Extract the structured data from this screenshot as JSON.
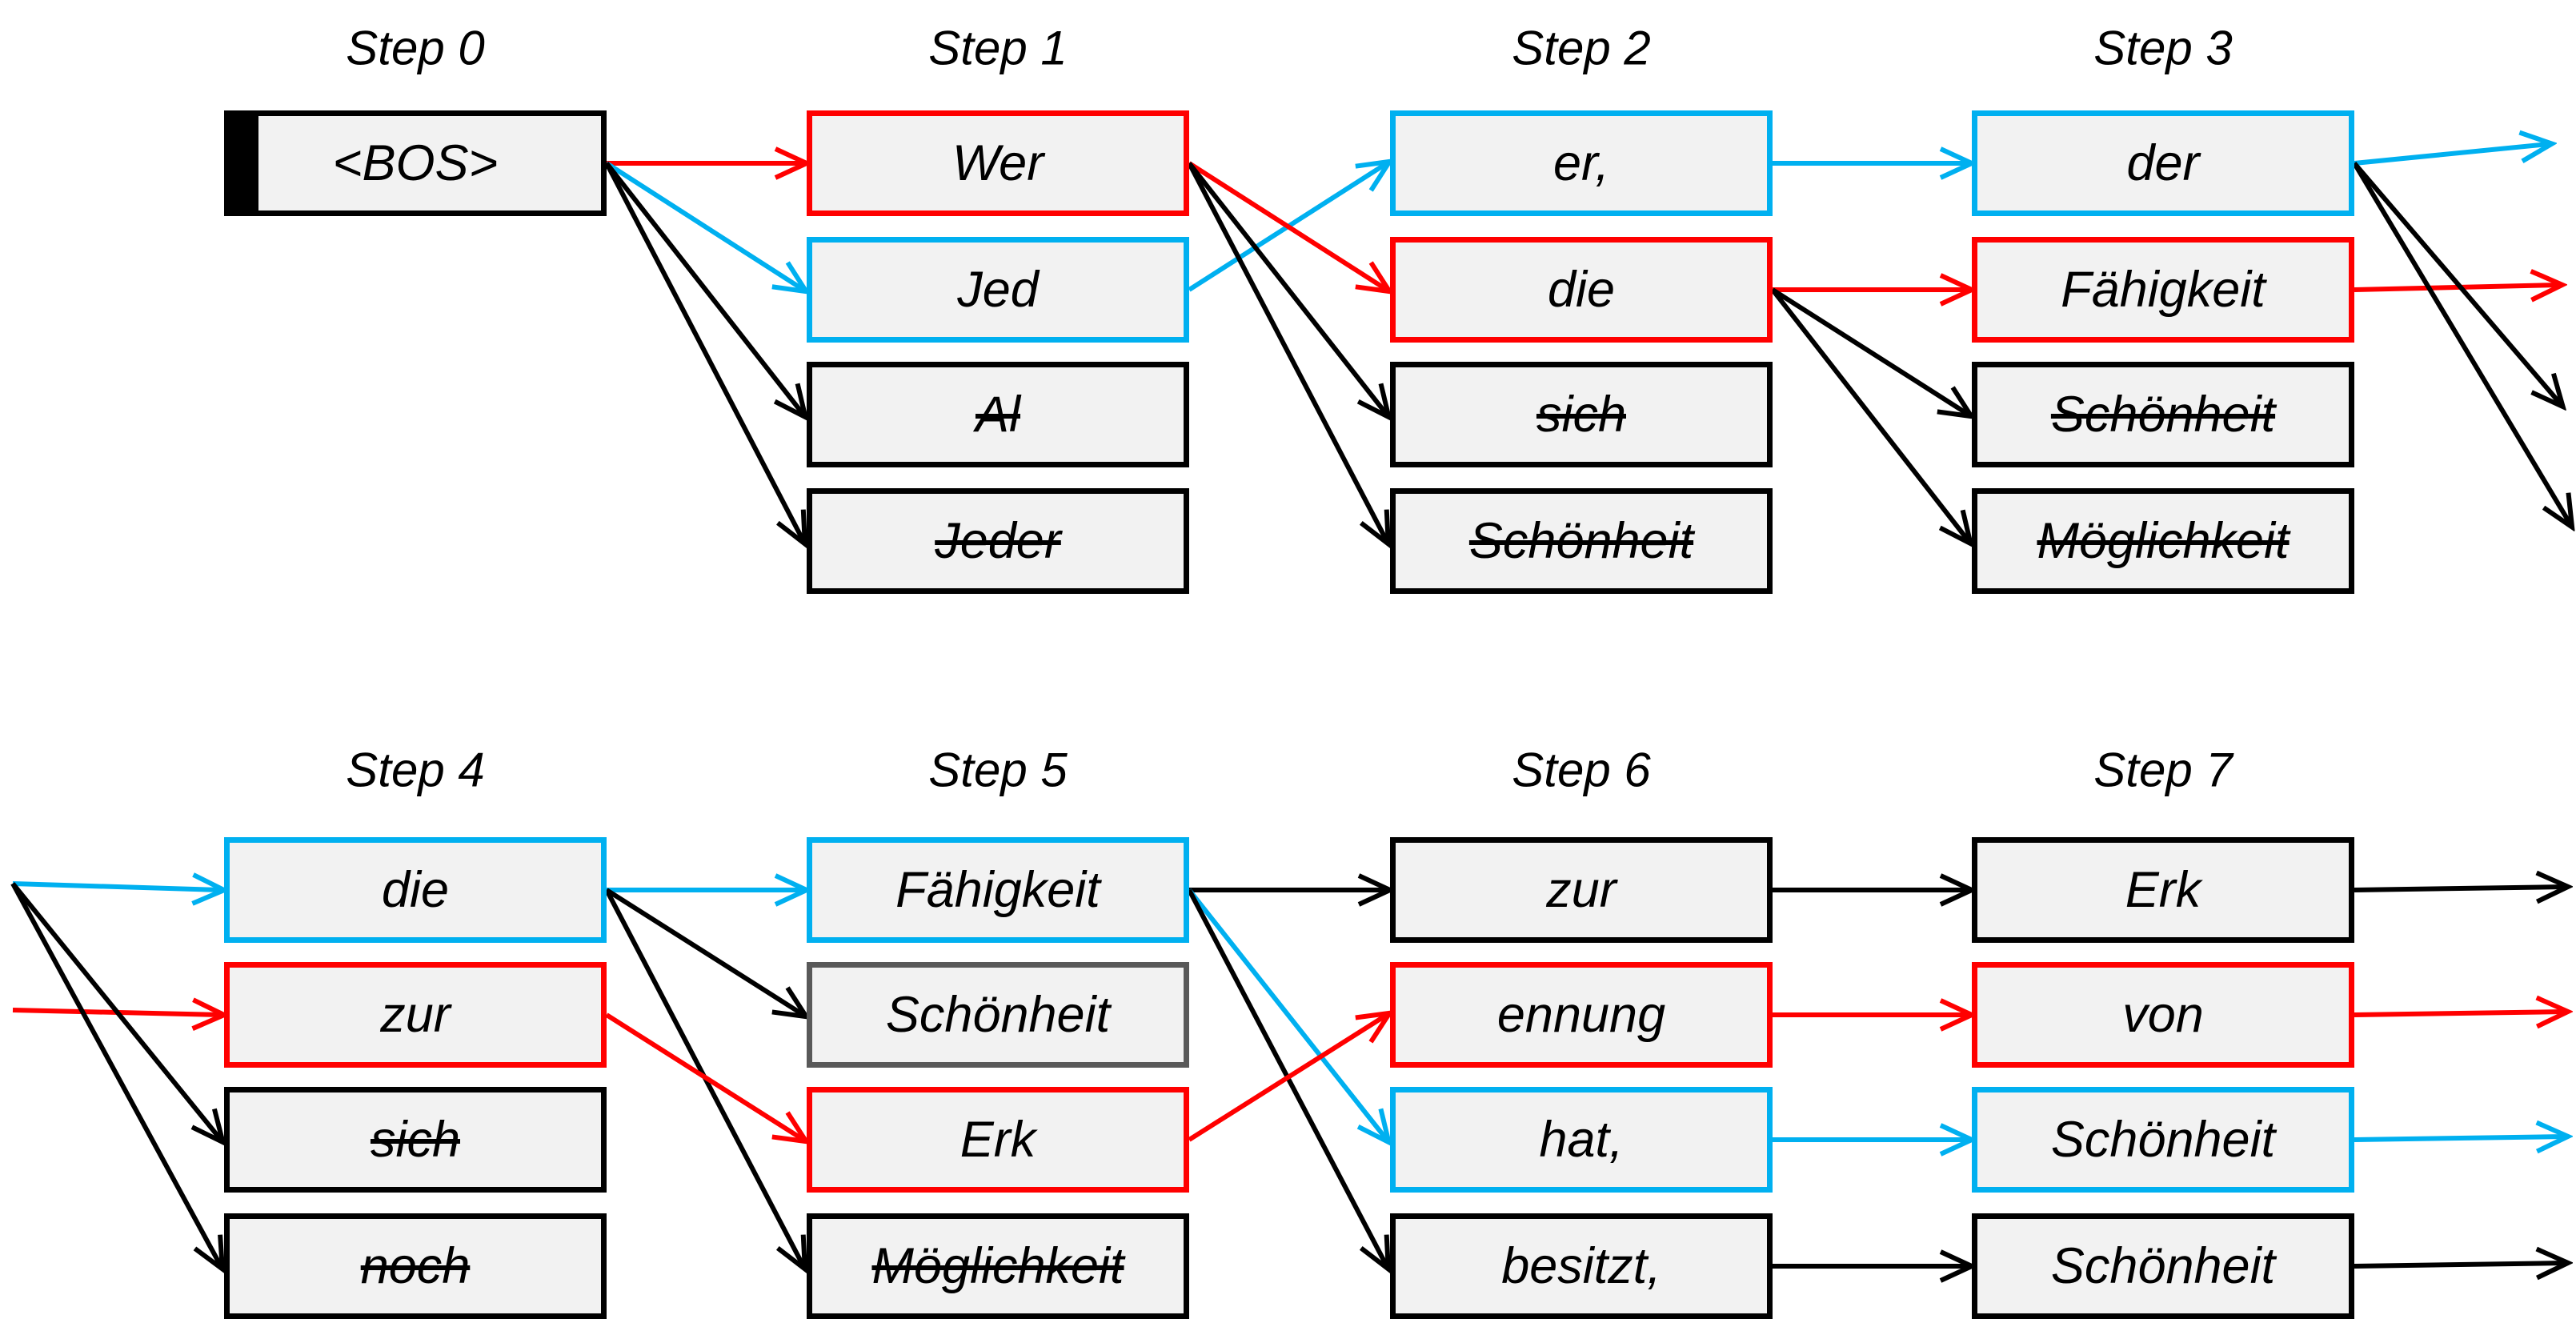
{
  "figure": {
    "background": "#FFFFFF"
  },
  "colors": {
    "red": "#FF0000",
    "blue": "#00B0F0",
    "black": "#000000",
    "gray": "#595959",
    "box_fill": "#F2F2F2",
    "text": "#000000"
  },
  "steps": [
    {
      "label": "Step 0",
      "boxes": [
        {
          "text": "<BOS>",
          "border": "black",
          "struck": false,
          "bos_bar": true
        }
      ]
    },
    {
      "label": "Step 1",
      "boxes": [
        {
          "text": "Wer",
          "border": "red",
          "struck": false
        },
        {
          "text": "Jed",
          "border": "blue",
          "struck": false
        },
        {
          "text": "Al",
          "border": "black",
          "struck": true
        },
        {
          "text": "Jeder",
          "border": "black",
          "struck": true
        }
      ]
    },
    {
      "label": "Step 2",
      "boxes": [
        {
          "text": "er,",
          "border": "blue",
          "struck": false
        },
        {
          "text": "die",
          "border": "red",
          "struck": false
        },
        {
          "text": "sich",
          "border": "black",
          "struck": true
        },
        {
          "text": "Schönheit",
          "border": "black",
          "struck": true
        }
      ]
    },
    {
      "label": "Step 3",
      "boxes": [
        {
          "text": "der",
          "border": "blue",
          "struck": false
        },
        {
          "text": "Fähigkeit",
          "border": "red",
          "struck": false
        },
        {
          "text": "Schönheit",
          "border": "black",
          "struck": true
        },
        {
          "text": "Möglichkeit",
          "border": "black",
          "struck": true
        }
      ]
    },
    {
      "label": "Step 4",
      "boxes": [
        {
          "text": "die",
          "border": "blue",
          "struck": false
        },
        {
          "text": "zur",
          "border": "red",
          "struck": false
        },
        {
          "text": "sich",
          "border": "black",
          "struck": true
        },
        {
          "text": "noch",
          "border": "black",
          "struck": true
        }
      ]
    },
    {
      "label": "Step 5",
      "boxes": [
        {
          "text": "Fähigkeit",
          "border": "blue",
          "struck": false
        },
        {
          "text": "Schönheit",
          "border": "gray",
          "struck": false
        },
        {
          "text": "Erk",
          "border": "red",
          "struck": false
        },
        {
          "text": "Möglichkeit",
          "border": "black",
          "struck": true
        }
      ]
    },
    {
      "label": "Step 6",
      "boxes": [
        {
          "text": "zur",
          "border": "black",
          "struck": false
        },
        {
          "text": "ennung",
          "border": "red",
          "struck": false
        },
        {
          "text": "hat,",
          "border": "blue",
          "struck": false
        },
        {
          "text": "besitzt,",
          "border": "black",
          "struck": false
        }
      ]
    },
    {
      "label": "Step 7",
      "boxes": [
        {
          "text": "Erk",
          "border": "black",
          "struck": false
        },
        {
          "text": "von",
          "border": "red",
          "struck": false
        },
        {
          "text": "Schönheit",
          "border": "blue",
          "struck": false
        },
        {
          "text": "Schönheit",
          "border": "black",
          "struck": false
        }
      ]
    }
  ],
  "edges": [
    {
      "from": [
        0,
        0
      ],
      "to": [
        1,
        0
      ],
      "color": "red"
    },
    {
      "from": [
        0,
        0
      ],
      "to": [
        1,
        1
      ],
      "color": "blue"
    },
    {
      "from": [
        0,
        0
      ],
      "to": [
        1,
        2
      ],
      "color": "black"
    },
    {
      "from": [
        0,
        0
      ],
      "to": [
        1,
        3
      ],
      "color": "black"
    },
    {
      "from": [
        1,
        1
      ],
      "to": [
        2,
        0
      ],
      "color": "blue"
    },
    {
      "from": [
        1,
        0
      ],
      "to": [
        2,
        1
      ],
      "color": "red"
    },
    {
      "from": [
        1,
        0
      ],
      "to": [
        2,
        2
      ],
      "color": "black"
    },
    {
      "from": [
        1,
        0
      ],
      "to": [
        2,
        3
      ],
      "color": "black"
    },
    {
      "from": [
        2,
        0
      ],
      "to": [
        3,
        0
      ],
      "color": "blue"
    },
    {
      "from": [
        2,
        1
      ],
      "to": [
        3,
        1
      ],
      "color": "red"
    },
    {
      "from": [
        2,
        1
      ],
      "to": [
        3,
        2
      ],
      "color": "black"
    },
    {
      "from": [
        2,
        1
      ],
      "to": [
        3,
        3
      ],
      "color": "black"
    },
    {
      "from": [
        4,
        0
      ],
      "to": [
        5,
        0
      ],
      "color": "blue"
    },
    {
      "from": [
        4,
        0
      ],
      "to": [
        5,
        1
      ],
      "color": "black"
    },
    {
      "from": [
        4,
        0
      ],
      "to": [
        5,
        3
      ],
      "color": "black"
    },
    {
      "from": [
        4,
        1
      ],
      "to": [
        5,
        2
      ],
      "color": "red"
    },
    {
      "from": [
        5,
        0
      ],
      "to": [
        6,
        0
      ],
      "color": "black"
    },
    {
      "from": [
        5,
        0
      ],
      "to": [
        6,
        2
      ],
      "color": "blue"
    },
    {
      "from": [
        5,
        0
      ],
      "to": [
        6,
        3
      ],
      "color": "black"
    },
    {
      "from": [
        5,
        2
      ],
      "to": [
        6,
        1
      ],
      "color": "red"
    },
    {
      "from": [
        6,
        0
      ],
      "to": [
        7,
        0
      ],
      "color": "black"
    },
    {
      "from": [
        6,
        1
      ],
      "to": [
        7,
        1
      ],
      "color": "red"
    },
    {
      "from": [
        6,
        2
      ],
      "to": [
        7,
        2
      ],
      "color": "blue"
    },
    {
      "from": [
        6,
        3
      ],
      "to": [
        7,
        3
      ],
      "color": "black"
    }
  ],
  "exit_arrows": [
    {
      "from": [
        3,
        0
      ],
      "end": [
        3185,
        180
      ],
      "color": "blue"
    },
    {
      "from": [
        3,
        1
      ],
      "end": [
        3198,
        356
      ],
      "color": "red"
    },
    {
      "from": [
        3,
        0
      ],
      "end": [
        3200,
        505
      ],
      "color": "black"
    },
    {
      "from": [
        3,
        0
      ],
      "end": [
        3212,
        655
      ],
      "color": "black"
    },
    {
      "from": [
        7,
        0
      ],
      "end": [
        3205,
        1108
      ],
      "color": "black"
    },
    {
      "from": [
        7,
        1
      ],
      "end": [
        3205,
        1264
      ],
      "color": "red"
    },
    {
      "from": [
        7,
        2
      ],
      "end": [
        3205,
        1420
      ],
      "color": "blue"
    },
    {
      "from": [
        7,
        3
      ],
      "end": [
        3205,
        1578
      ],
      "color": "black"
    }
  ],
  "entry_arrows": [
    {
      "start": [
        16,
        1104
      ],
      "to": [
        4,
        0
      ],
      "color": "blue"
    },
    {
      "start": [
        16,
        1262
      ],
      "to": [
        4,
        1
      ],
      "color": "red"
    },
    {
      "start": [
        16,
        1104
      ],
      "to": [
        4,
        2
      ],
      "color": "black"
    },
    {
      "start": [
        16,
        1104
      ],
      "to": [
        4,
        3
      ],
      "color": "black"
    }
  ]
}
